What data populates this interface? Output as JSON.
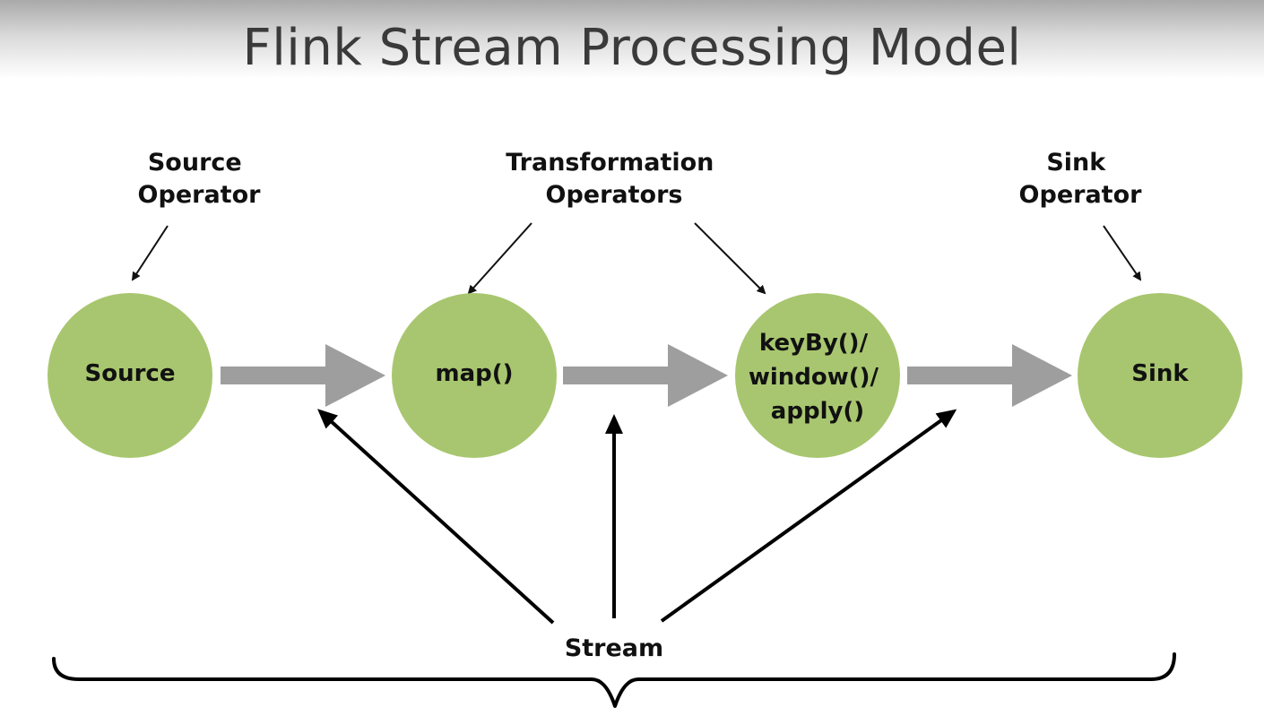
{
  "title": "Flink Stream Processing Model",
  "colors": {
    "node_fill": "#a8c66f",
    "flow_arrow": "#9e9e9e",
    "text": "#111111",
    "title_text": "#3a3a3a"
  },
  "labels": {
    "source_operator": [
      "Source",
      "Operator"
    ],
    "transformation_operators": [
      "Transformation",
      "Operators"
    ],
    "sink_operator": [
      "Sink",
      "Operator"
    ],
    "stream": "Stream"
  },
  "nodes": {
    "source": [
      "Source"
    ],
    "map": [
      "map()"
    ],
    "keyby": [
      "keyBy()/",
      "window()/",
      "apply()"
    ],
    "sink": [
      "Sink"
    ]
  }
}
